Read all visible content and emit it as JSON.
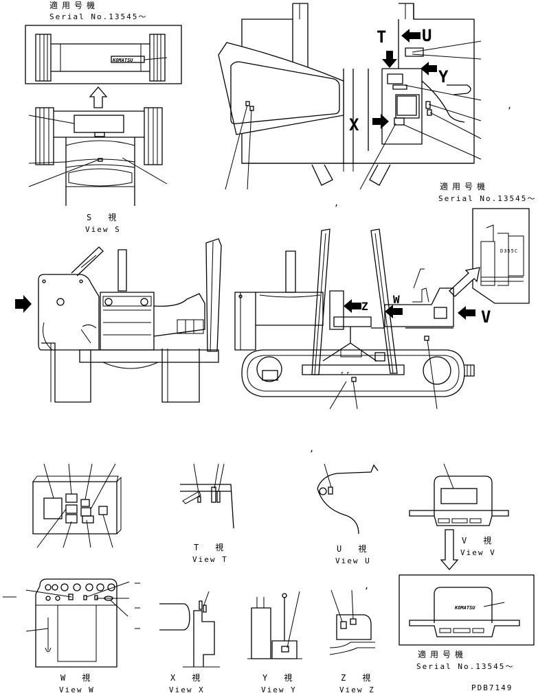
{
  "applicability": {
    "jp": "適用号機",
    "serial": "Serial No.13545～"
  },
  "brand_text": "KOMATSU",
  "plate_code": "D355C",
  "view_letters": {
    "T": "T",
    "U": "U",
    "Y": "Y",
    "X": "X",
    "W": "W",
    "Z": "Z",
    "V": "V"
  },
  "views": {
    "S": {
      "jp": "S　視",
      "en": "View S"
    },
    "T": {
      "jp": "T　視",
      "en": "View T"
    },
    "U": {
      "jp": "U　視",
      "en": "View U"
    },
    "V": {
      "jp": "V　視",
      "en": "View V"
    },
    "W": {
      "jp": "W　視",
      "en": "View W"
    },
    "X": {
      "jp": "X　視",
      "en": "View X"
    },
    "Y": {
      "jp": "Y　視",
      "en": "View Y"
    },
    "Z": {
      "jp": "Z　視",
      "en": "View Z"
    }
  },
  "drawing_number": "PDB7149"
}
